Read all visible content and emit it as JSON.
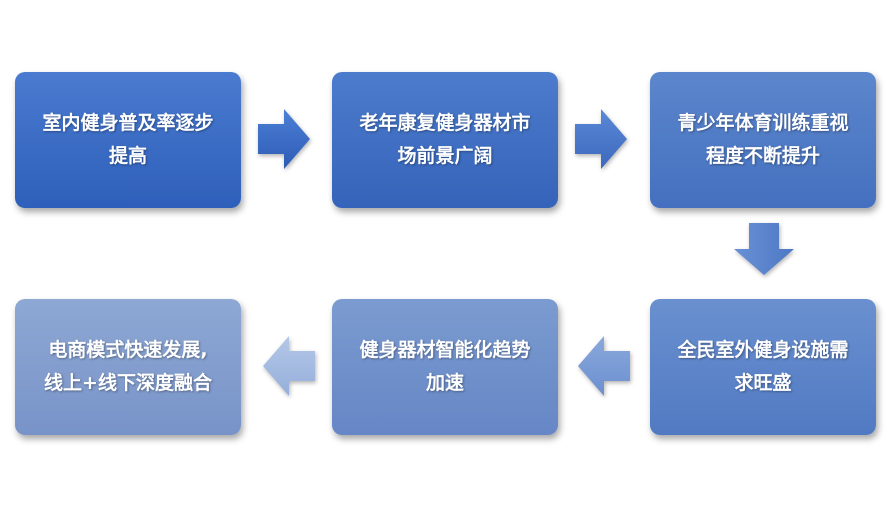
{
  "steps": [
    {
      "line1": "室内健身普及率逐步",
      "line2": "提高"
    },
    {
      "line1": "老年康复健身器材市",
      "line2": "场前景广阔"
    },
    {
      "line1": "青少年体育训练重视",
      "line2": "程度不断提升"
    },
    {
      "line1": "全民室外健身设施需",
      "line2": "求旺盛"
    },
    {
      "line1": "健身器材智能化趋势",
      "line2": "加速"
    },
    {
      "line1": "电商模式快速发展,",
      "line2": "线上+线下深度融合"
    }
  ],
  "arrows": [
    {
      "from": 1,
      "to": 2,
      "direction": "right",
      "color": "#3a6cc4"
    },
    {
      "from": 2,
      "to": 3,
      "direction": "right",
      "color": "#4a78c8"
    },
    {
      "from": 3,
      "to": 4,
      "direction": "down",
      "color": "#5a84cc"
    },
    {
      "from": 4,
      "to": 5,
      "direction": "left",
      "color": "#6e92d0"
    },
    {
      "from": 5,
      "to": 6,
      "direction": "left",
      "color": "#93afdb"
    }
  ]
}
